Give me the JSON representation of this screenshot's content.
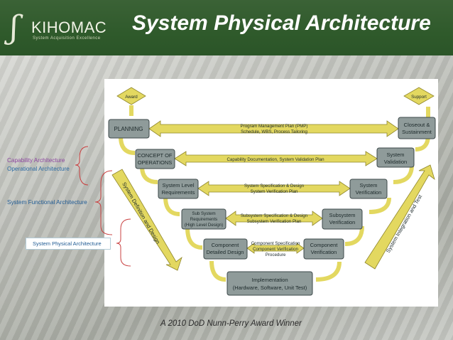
{
  "header": {
    "logo_text": "KIHOMAC",
    "logo_tagline": "System Acquisition Excellence",
    "title": "System Physical Architecture"
  },
  "side_labels": {
    "capability": "Capability Architecture",
    "operational": "Operational Architecture",
    "functional": "System Functional Architecture",
    "physical": "System Physical Architecture"
  },
  "diagram": {
    "award": "Award",
    "support": "Support",
    "planning": "PLANNING",
    "pmp_line1": "Program Management Plan (PMP)",
    "pmp_line2": "Schedule, WBS, Process Tailoring",
    "closeout_line1": "Closeout &",
    "closeout_line2": "Sustainment",
    "concept_line1": "CONCEPT OF",
    "concept_line2": "OPERATIONS",
    "capability_doc": "Capability Documentation, System Validation Plan",
    "sysval_line1": "System",
    "sysval_line2": "Validation",
    "sysreq_line1": "System Level",
    "sysreq_line2": "Requirements",
    "sysspec_line1": "System Specification & Design",
    "sysspec_line2": "System Verification Plan",
    "sysver_line1": "System",
    "sysver_line2": "Verification",
    "subreq_line1": "Sub System",
    "subreq_line2": "Requirements",
    "subreq_line3": "(High Level Design)",
    "subspec_line1": "Subsystem Specification & Design",
    "subspec_line2": "Subsystem Verification Plan",
    "subver_line1": "Subsystem",
    "subver_line2": "Verification",
    "comp_line1": "Component",
    "comp_line2": "Detailed Design",
    "compspec_line1": "Component Specification",
    "compspec_line2": "Component Verification",
    "compspec_line3": "Procedure",
    "compver_line1": "Component",
    "compver_line2": "Verification",
    "impl_line1": "Implementation",
    "impl_line2": "(Hardware, Software, Unit Test)",
    "left_diag": "System Definition and Design",
    "right_diag": "System Integration and Test"
  },
  "footer": "A 2010 DoD Nunn-Perry Award Winner"
}
